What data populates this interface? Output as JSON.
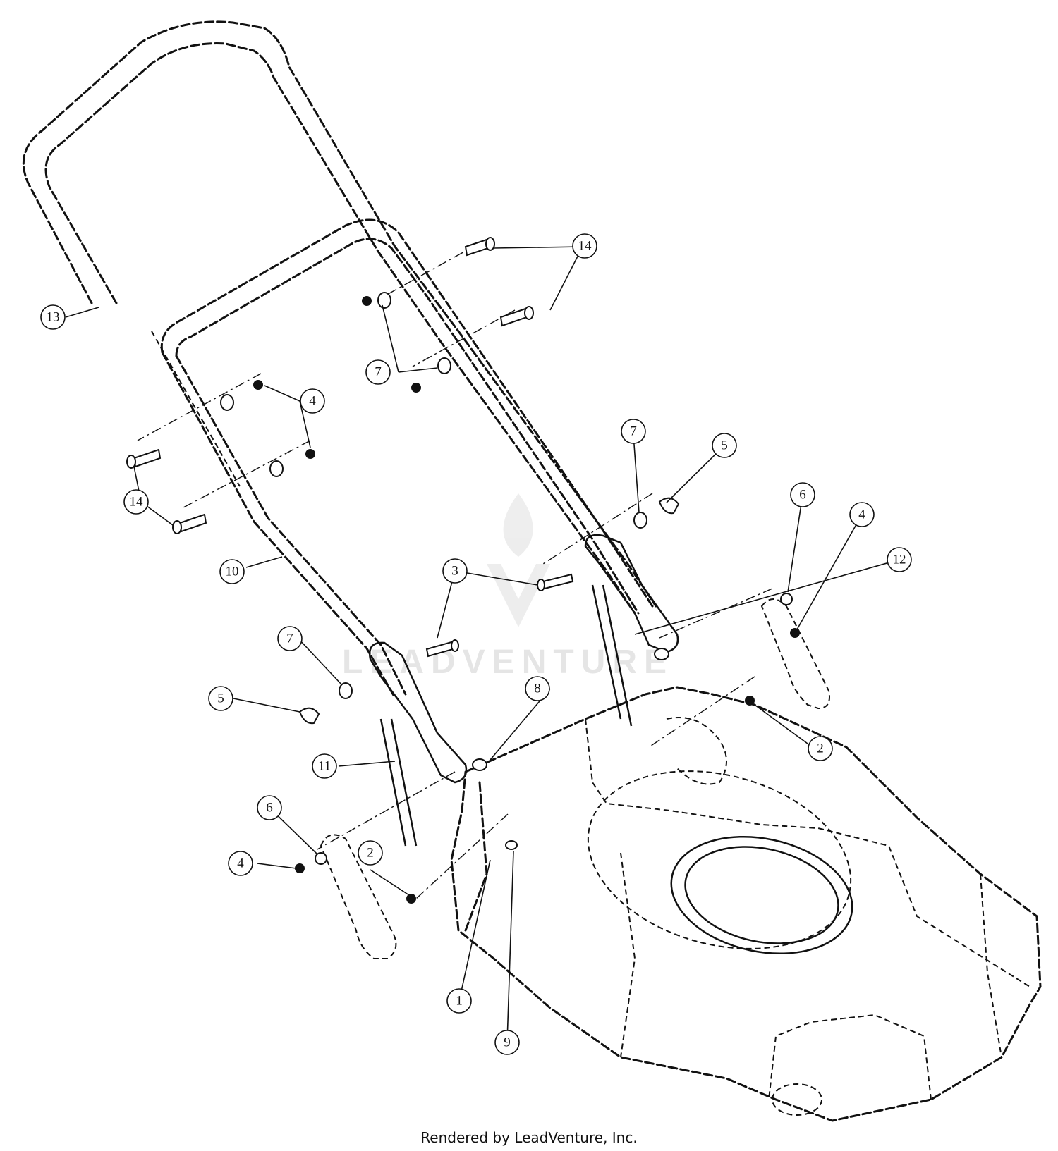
{
  "diagram": {
    "callouts": [
      {
        "label": "1"
      },
      {
        "label": "2"
      },
      {
        "label": "2"
      },
      {
        "label": "3"
      },
      {
        "label": "4"
      },
      {
        "label": "4"
      },
      {
        "label": "4"
      },
      {
        "label": "5"
      },
      {
        "label": "5"
      },
      {
        "label": "6"
      },
      {
        "label": "6"
      },
      {
        "label": "7"
      },
      {
        "label": "7"
      },
      {
        "label": "7"
      },
      {
        "label": "8"
      },
      {
        "label": "9"
      },
      {
        "label": "10"
      },
      {
        "label": "11"
      },
      {
        "label": "12"
      },
      {
        "label": "13"
      },
      {
        "label": "14"
      },
      {
        "label": "14"
      }
    ],
    "watermark_text": "LEADVENTURE"
  },
  "footer": {
    "credit": "Rendered by LeadVenture, Inc."
  }
}
